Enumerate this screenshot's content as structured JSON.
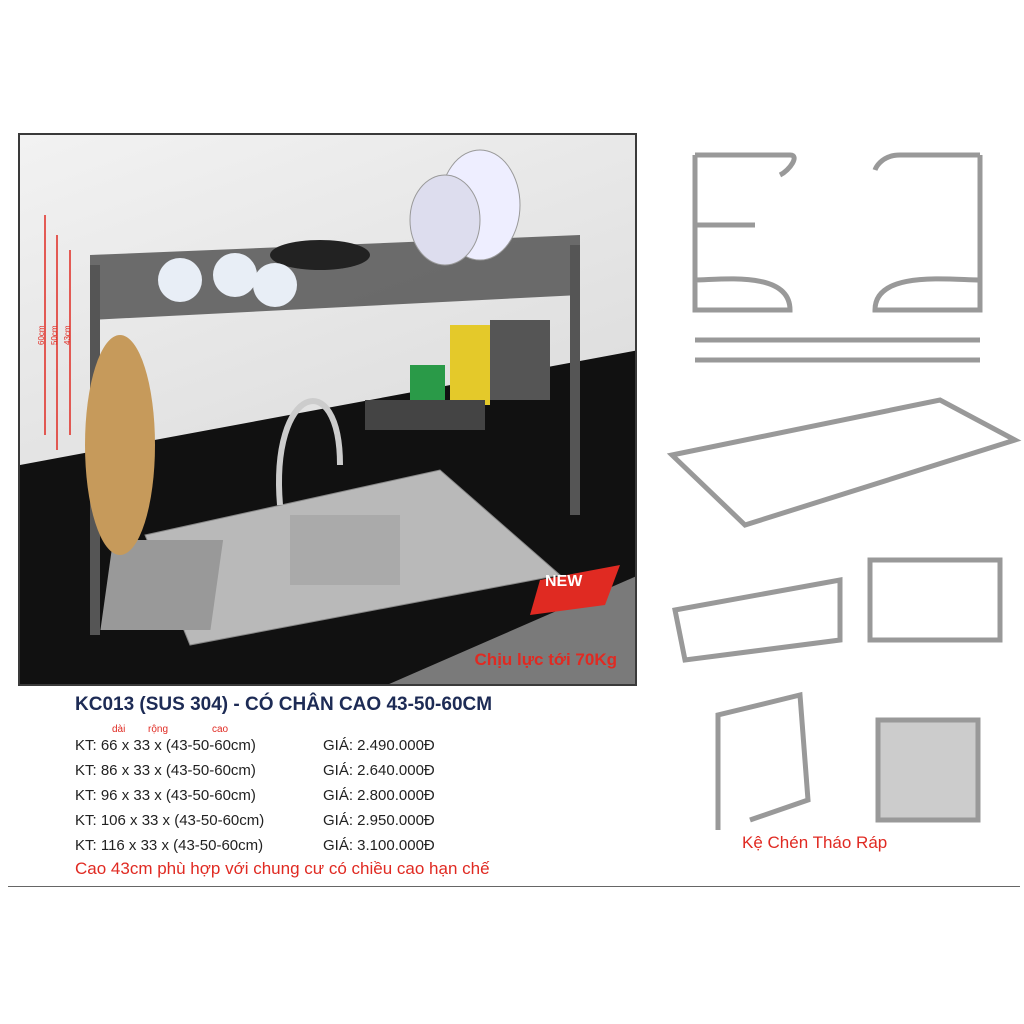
{
  "photo": {
    "load_label": "Chịu lực tới 70Kg",
    "badge": "NEW",
    "heights": [
      "60cm",
      "50cm",
      "43cm"
    ]
  },
  "title": "KC013 (SUS 304) - CÓ CHÂN CAO 43-50-60CM",
  "dimension_labels": [
    "dài",
    "rộng",
    "cao"
  ],
  "rows": [
    {
      "size": "KT: 66 x 33 x (43-50-60cm)",
      "price": "GIÁ: 2.490.000Đ"
    },
    {
      "size": "KT: 86 x 33 x (43-50-60cm)",
      "price": "GIÁ: 2.640.000Đ"
    },
    {
      "size": "KT: 96 x 33 x (43-50-60cm)",
      "price": "GIÁ: 2.800.000Đ"
    },
    {
      "size": "KT: 106 x 33 x (43-50-60cm)",
      "price": "GIÁ: 2.950.000Đ"
    },
    {
      "size": "KT: 116 x 33 x (43-50-60cm)",
      "price": "GIÁ: 3.100.000Đ"
    }
  ],
  "note": "Cao 43cm phù hợp với chung cư có chiều cao hạn chế",
  "parts_caption": "Kệ Chén Tháo Ráp",
  "colors": {
    "accent": "#e02a22",
    "title": "#1d2b55"
  }
}
